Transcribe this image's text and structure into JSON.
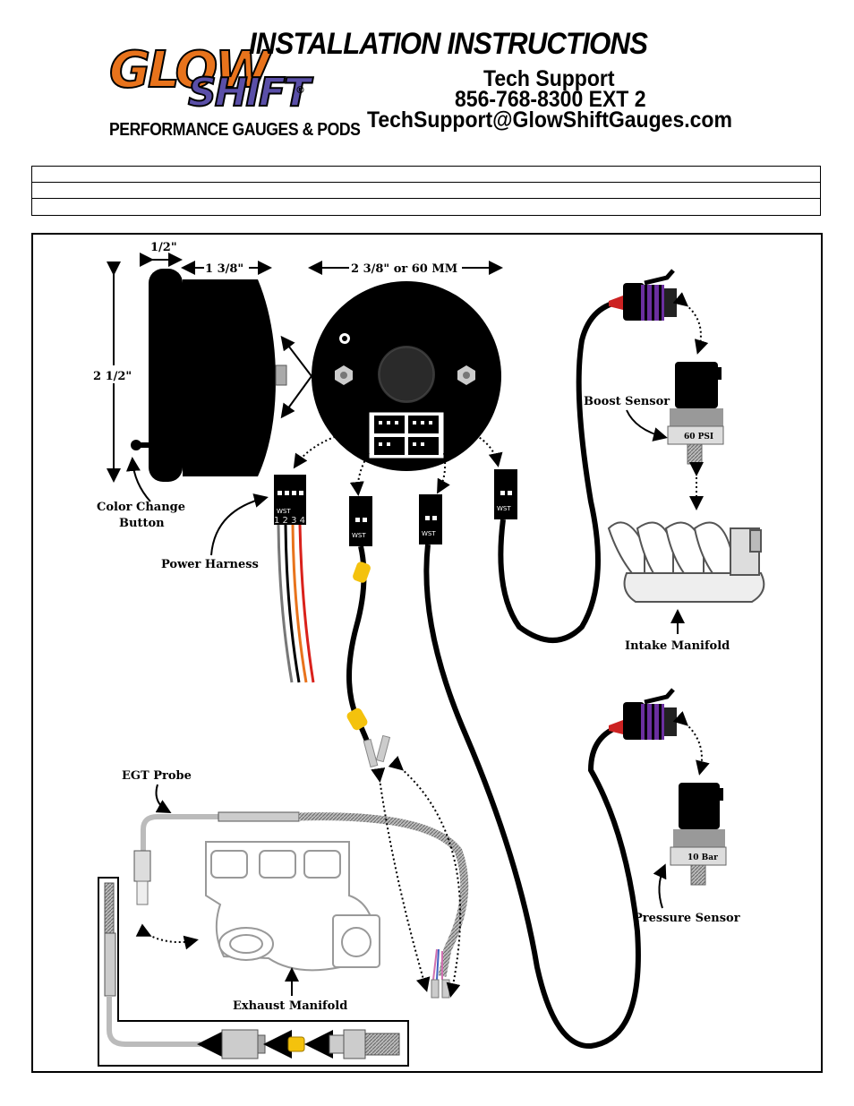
{
  "header": {
    "logo_top": "GLOW",
    "logo_bottom": "SHIFT",
    "logo_reg": "®",
    "logo_tagline": "PERFORMANCE GAUGES & PODS",
    "title": "INSTALLATION INSTRUCTIONS",
    "support_title": "Tech Support",
    "support_phone": "856-768-8300 EXT 2",
    "support_email": "TechSupport@GlowShiftGauges.com"
  },
  "info_rows": [
    "",
    "",
    ""
  ],
  "diagram": {
    "dim_bezel": "1/2\"",
    "dim_depth": "1 3/8\"",
    "dim_diameter": "2 3/8\" or 60 MM",
    "dim_height": "2 1/2\"",
    "color_change_line1": "Color Change",
    "color_change_line2": "Button",
    "power_harness": "Power Harness",
    "boost_sensor": "Boost Sensor",
    "boost_sensor_rating": "60 PSI",
    "intake_manifold": "Intake Manifold",
    "pressure_sensor": "Pressure Sensor",
    "pressure_sensor_rating": "10 Bar",
    "egt_probe": "EGT Probe",
    "exhaust_manifold": "Exhaust Manifold",
    "connector_mark": "WST",
    "pin_numbers": "1 2 3 4"
  },
  "colors": {
    "logo_orange": "#e8731c",
    "logo_purple": "#5a4fa8",
    "wire_red": "#d9211b",
    "wire_orange": "#e8731c",
    "connector_purple": "#6b2fa0",
    "egt_yellow": "#f4c20d"
  }
}
